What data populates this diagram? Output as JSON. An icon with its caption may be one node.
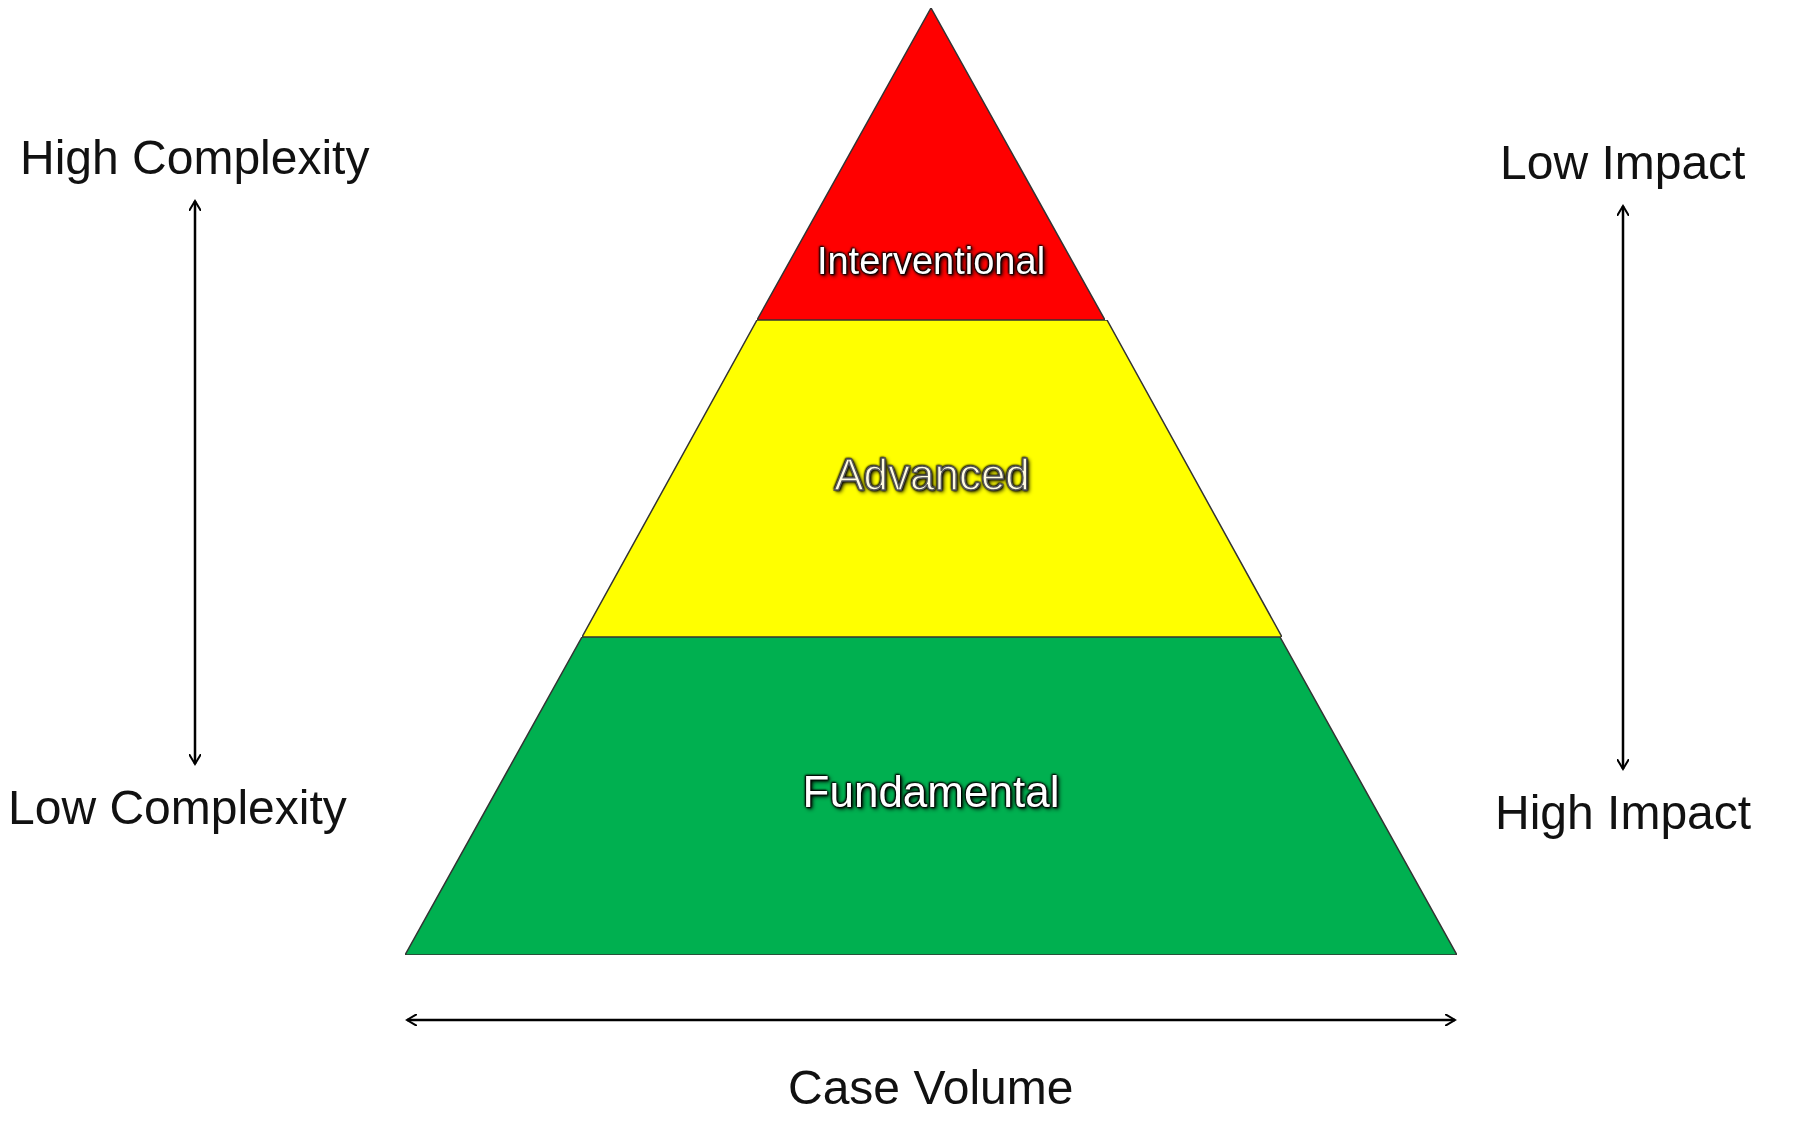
{
  "diagram": {
    "nodes": [
      {
        "text": [
          "Interventional"
        ]
      },
      {
        "text": [
          "Advanced"
        ]
      },
      {
        "text": [
          "Fundamental"
        ]
      },
      {
        "text": [
          "High Complexity"
        ]
      },
      {
        "text": [
          "Low Complexity"
        ]
      },
      {
        "text": [
          "Low Impact"
        ]
      },
      {
        "text": [
          "High Impact"
        ]
      }
    ],
    "edges": [
      {
        "from": 3,
        "to": 4,
        "arrow": "both"
      },
      {
        "from": 5,
        "to": 6,
        "arrow": "both"
      }
    ],
    "labels": [
      "Case Volume"
    ]
  }
}
